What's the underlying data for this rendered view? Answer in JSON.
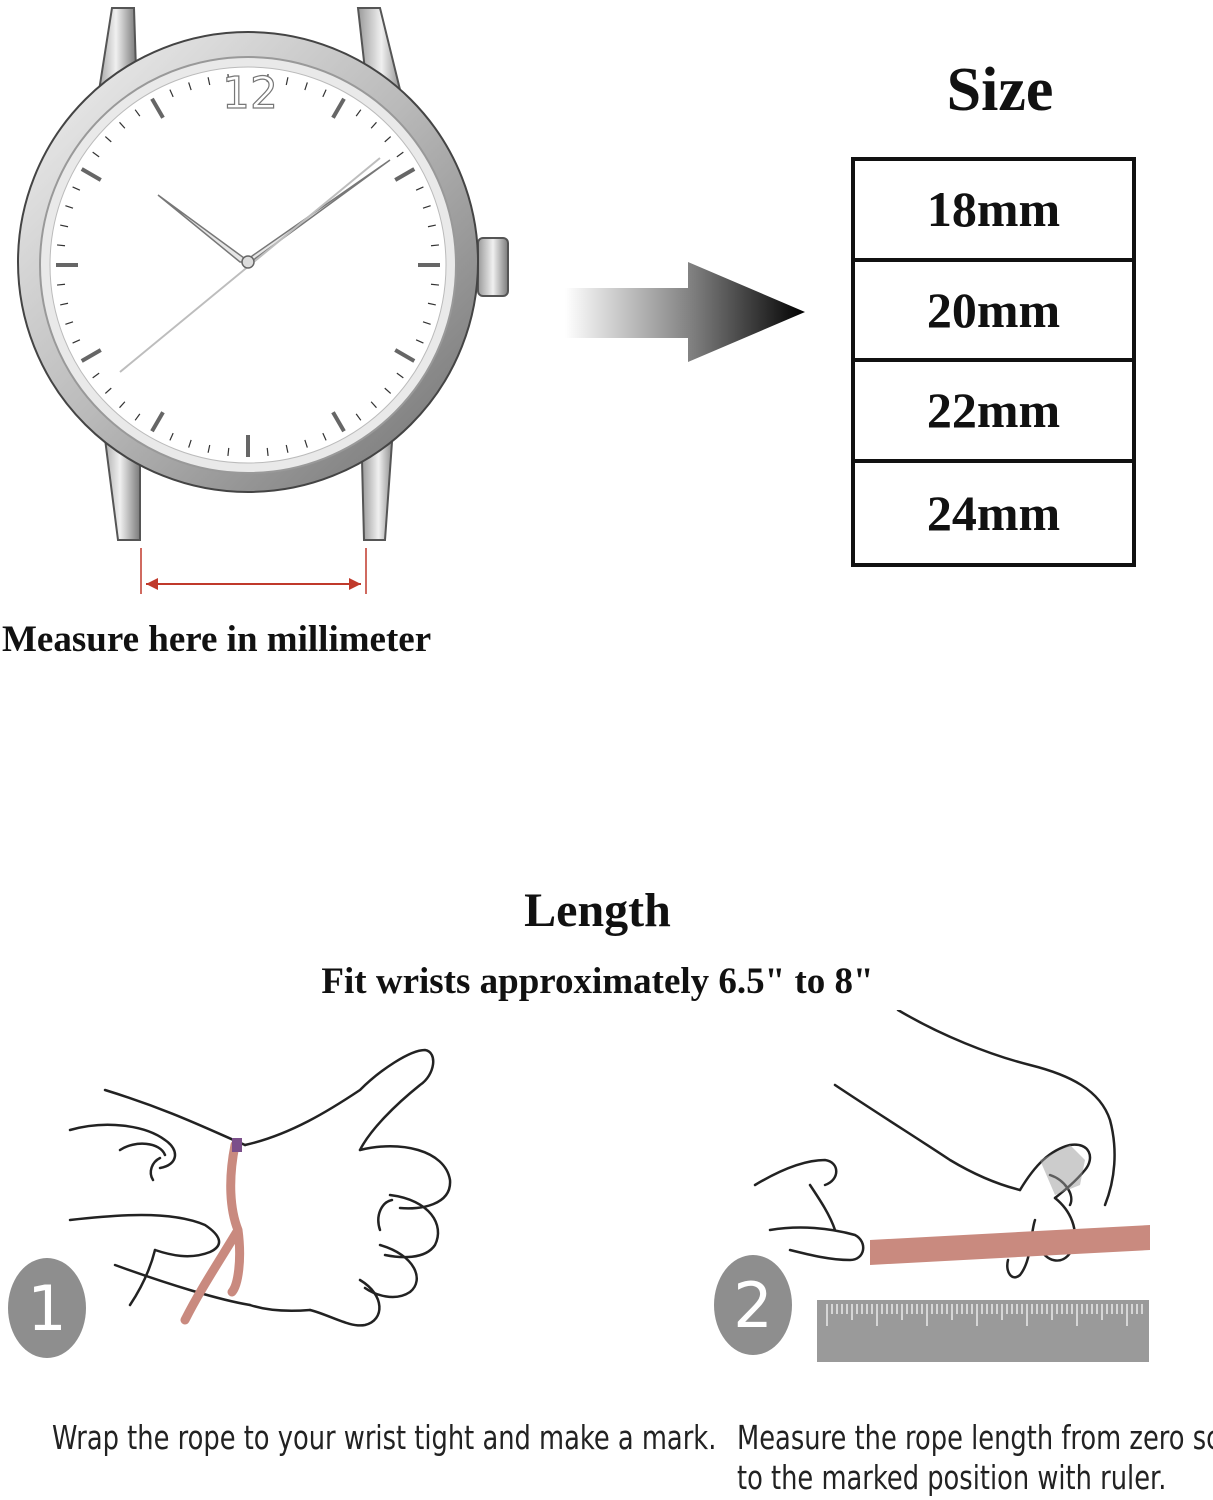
{
  "size": {
    "title": "Size",
    "options": [
      "18mm",
      "20mm",
      "22mm",
      "24mm"
    ]
  },
  "watch": {
    "dial_numeral": "12",
    "measure_caption": "Measure here in millimeter"
  },
  "length": {
    "title": "Length",
    "fit_text": "Fit wrists approximately 6.5\" to 8\""
  },
  "steps": [
    {
      "number": "1",
      "caption": "Wrap the rope to your wrist tight and make a mark."
    },
    {
      "number": "2",
      "caption_line1": "Measure the rope length from zero scale",
      "caption_line2": "to the marked position with ruler."
    }
  ],
  "colors": {
    "rope": "#c98a7f",
    "measure_line": "#c0392b",
    "badge": "#8e8e8e",
    "ruler": "#9a9a9a"
  }
}
